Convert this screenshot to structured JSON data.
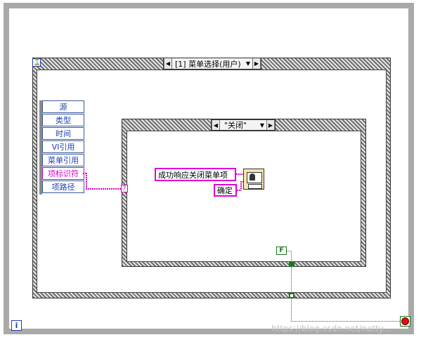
{
  "event_structure": {
    "case_label": "[1] 菜单选择(用户)",
    "event_data_node": [
      "源",
      "类型",
      "时间",
      "VI引用",
      "菜单引用",
      "项标识符",
      "项路径"
    ]
  },
  "case_structure": {
    "selector_label": "\"关闭\""
  },
  "string_constants": {
    "message": "成功响应关闭菜单项",
    "button": "确定"
  },
  "boolean_constant": "F",
  "iteration_terminal": "i",
  "watermark": "https://blog.csdn.net/natty..."
}
